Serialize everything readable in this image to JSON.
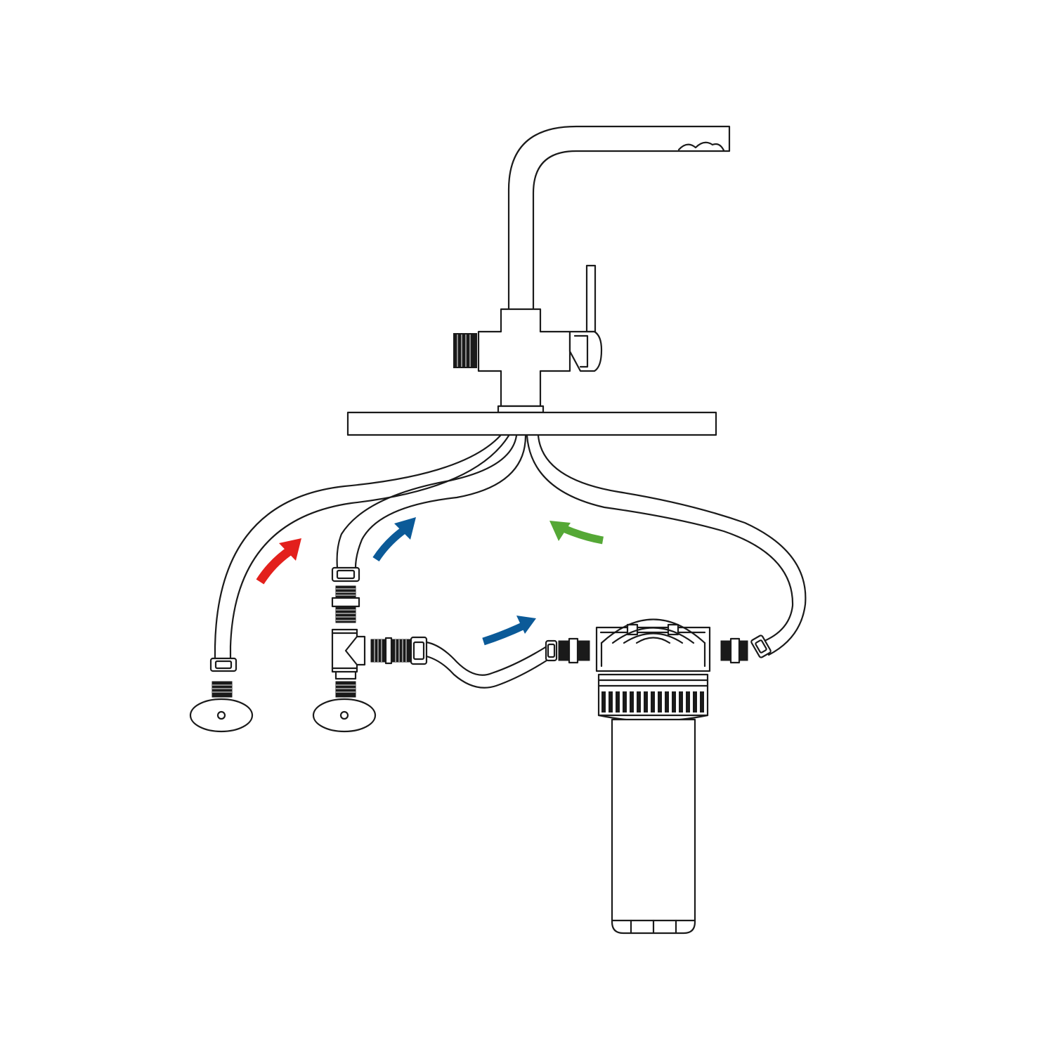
{
  "diagram": {
    "colors": {
      "line": "#1a1a1a",
      "hot_arrow": "#e3201c",
      "cold_arrow": "#0b5a98",
      "filtered_arrow": "#55a836"
    },
    "components": [
      "mixer-tap-with-filtered-outlet",
      "countertop",
      "hot-water-hose",
      "cold-water-hose",
      "filtered-water-hose",
      "hot-water-supply-valve",
      "cold-water-supply-valve",
      "tee-connector",
      "connection-hose",
      "water-filter-housing"
    ],
    "flows": [
      {
        "name": "hot-supply-flow",
        "color": "#e3201c"
      },
      {
        "name": "cold-supply-flow",
        "color": "#0b5a98"
      },
      {
        "name": "cold-to-filter-flow",
        "color": "#0b5a98"
      },
      {
        "name": "filtered-flow",
        "color": "#55a836"
      }
    ]
  }
}
